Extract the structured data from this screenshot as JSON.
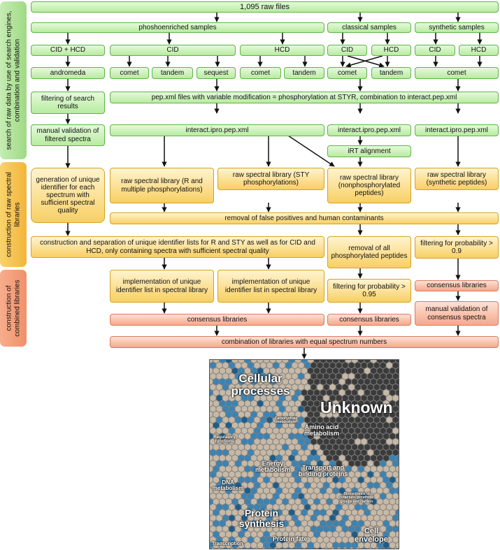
{
  "sidebar": {
    "search": "search of raw data by use of search engines, combination and validation",
    "construction": "construction of raw spectral libraries",
    "combined": "construction of combined libraries"
  },
  "flow": {
    "raw_files": "1,095 raw files",
    "phosphoenriched": "phoshoenriched samples",
    "classical": "classical samples",
    "synthetic": "synthetic samples",
    "cid_hcd": "CID + HCD",
    "cid": "CID",
    "hcd": "HCD",
    "andromeda": "andromeda",
    "comet": "comet",
    "tandem": "tandem",
    "sequest": "sequest",
    "filtering_search": "filtering of search results",
    "pepxml": "pep.xml files with variable modification = phosphorylation at STYR, combination to interact.pep.xml",
    "manual_validation": "manual validation of filtered spectra",
    "interact": "interact.ipro.pep.xml",
    "irt": "iRT alignment",
    "unique_id": "generation of unique identifier for each spectrum with sufficient spectral quality",
    "lib_r": "raw spectral library (R and multiple phosphorylations)",
    "lib_sty": "raw spectral library (STY phosphorylations)",
    "lib_nonphos": "raw spectral library (nonphosphorylated peptides)",
    "lib_synth": "raw spectral library (synthetic peptides)",
    "removal_fp": "removal of false positives and human contaminants",
    "construction_lists": "construction and separation of unique identifier lists for R and STY as well as for CID and HCD, only containing spectra with sufficient spectral quality",
    "removal_phos": "removal of all phosphorylated peptides",
    "filter_09": "filtering for probability > 0.9",
    "implementation": "implementation of unique identifier list in spectral library",
    "filter_095": "filtering for probability > 0.95",
    "consensus": "consensus libraries",
    "manual_consensus": "manual validation of consensus spectra",
    "combination": "combination of libraries with equal spectrum numbers"
  },
  "treemap": {
    "labels": {
      "cellular": "Cellular processes",
      "unknown": "Unknown",
      "amino": "Amino acid metabolism",
      "regulatory": "Regulatory functions",
      "carbohydrate": "Carbohydrate metabolism",
      "energy": "Energy metabolism",
      "transport": "Transport and binding proteins",
      "dna": "DNA metabolism",
      "biosynthesis": "Biosynthesis of cofactors, prosthetic groups and carriers",
      "protein_synthesis": "Protein synthesis",
      "protein_fate": "Protein fate",
      "cell_envelope": "Cell envelope",
      "transcription": "Transcription"
    }
  },
  "colors": {
    "green": "#b8ec9f",
    "yellow": "#f8cf63",
    "salmon": "#f6a88a",
    "hex_beige": "#c7b9a6",
    "hex_blue": "#3a83b4",
    "hex_dark": "#3b3b3b"
  }
}
